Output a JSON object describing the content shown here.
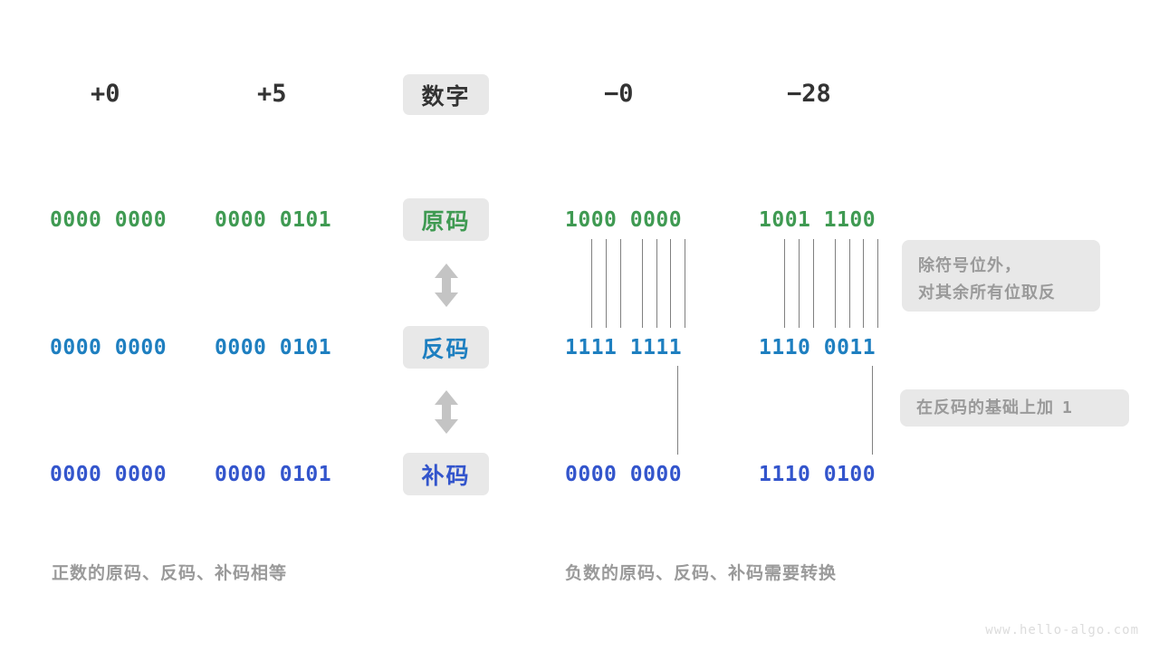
{
  "colors": {
    "text_dark": "#333333",
    "sign_magnitude": "#3F9A52",
    "ones_complement": "#1E7FC0",
    "twos_complement": "#3355CC",
    "chip_bg": "#E8E8E8",
    "note_text": "#9A9A9A",
    "line": "#808080",
    "arrow": "#C4C4C4",
    "watermark": "#DCDCDC",
    "background": "#FFFFFF"
  },
  "row_labels": {
    "header": "数字",
    "sign_magnitude": "原码",
    "ones_complement": "反码",
    "twos_complement": "补码"
  },
  "columns": {
    "positive": [
      {
        "number": "+0",
        "sign_magnitude": "0000 0000",
        "ones_complement": "0000 0000",
        "twos_complement": "0000 0000"
      },
      {
        "number": "+5",
        "sign_magnitude": "0000 0101",
        "ones_complement": "0000 0101",
        "twos_complement": "0000 0101"
      }
    ],
    "negative": [
      {
        "number": "−0",
        "sign_magnitude": "1000 0000",
        "ones_complement": "1111 1111",
        "twos_complement": "0000 0000"
      },
      {
        "number": "−28",
        "sign_magnitude": "1001 1100",
        "ones_complement": "1110 0011",
        "twos_complement": "1110 0100"
      }
    ]
  },
  "notes": {
    "invert_line1": "除符号位外，",
    "invert_line2": "对其余所有位取反",
    "add_one_text": "在反码的基础上加",
    "add_one_value": "1"
  },
  "captions": {
    "positive": "正数的原码、反码、补码相等",
    "negative": "负数的原码、反码、补码需要转换"
  },
  "watermark": "www.hello-algo.com",
  "icons": {
    "arrow_top": "bidirectional-vertical-arrow",
    "arrow_bottom": "bidirectional-vertical-arrow"
  }
}
